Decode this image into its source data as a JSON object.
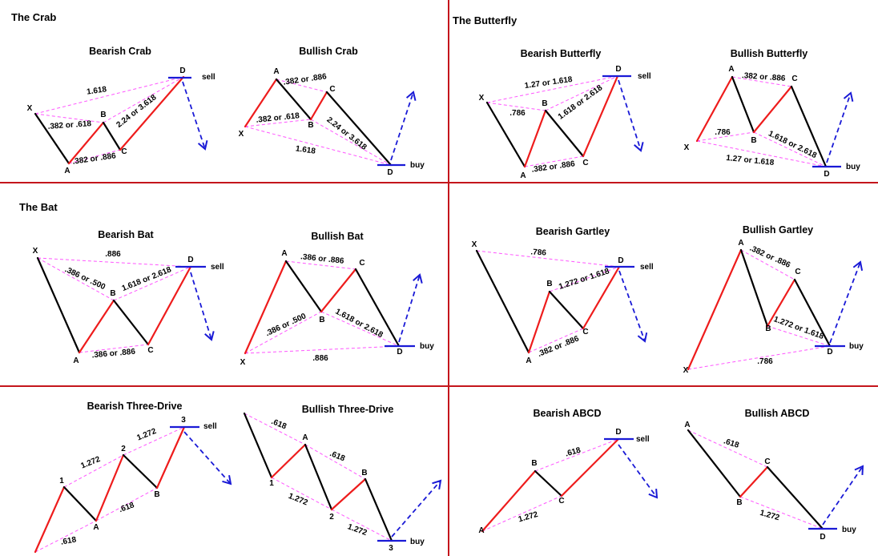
{
  "colors": {
    "up_leg": "#ee1c1c",
    "down_leg": "#000000",
    "ratio_line": "#ff55ff",
    "marker": "#1a1ad6",
    "divider": "#c4161c"
  },
  "sections": {
    "crab": "The Crab",
    "butterfly": "The Butterfly",
    "bat": "The Bat"
  },
  "patterns": [
    {
      "id": "bearish-crab",
      "title": "Bearish Crab",
      "action": "sell",
      "labels": [
        "X",
        "A",
        "B",
        "C",
        "D"
      ],
      "ratios": [
        "1.618",
        ".382 or .618",
        "2.24 or 3.618",
        ".382 or .886"
      ]
    },
    {
      "id": "bullish-crab",
      "title": "Bullish Crab",
      "action": "buy",
      "labels": [
        "X",
        "A",
        "B",
        "C",
        "D"
      ],
      "ratios": [
        ".382 or .886",
        ".382 or .618",
        "2.24 or 3.618",
        "1.618"
      ]
    },
    {
      "id": "bearish-butterfly",
      "title": "Bearish Butterfly",
      "action": "sell",
      "labels": [
        "X",
        "A",
        "B",
        "C",
        "D"
      ],
      "ratios": [
        "1.27 or 1.618",
        ".786",
        "1.618 or 2.618",
        ".382 or .886"
      ]
    },
    {
      "id": "bullish-butterfly",
      "title": "Bullish Butterfly",
      "action": "buy",
      "labels": [
        "X",
        "A",
        "B",
        "C",
        "D"
      ],
      "ratios": [
        ".382 or .886",
        ".786",
        "1.618 or 2.618",
        "1.27 or 1.618"
      ]
    },
    {
      "id": "bearish-bat",
      "title": "Bearish Bat",
      "action": "sell",
      "labels": [
        "X",
        "A",
        "B",
        "C",
        "D"
      ],
      "ratios": [
        ".886",
        ".386 or .500",
        "1.618 or 2.618",
        ".386 or .886"
      ]
    },
    {
      "id": "bullish-bat",
      "title": "Bullish Bat",
      "action": "buy",
      "labels": [
        "X",
        "A",
        "B",
        "C",
        "D"
      ],
      "ratios": [
        ".386 or .886",
        ".386 or .500",
        "1.618 or 2.618",
        ".886"
      ]
    },
    {
      "id": "bearish-gartley",
      "title": "Bearish Gartley",
      "action": "sell",
      "labels": [
        "X",
        "A",
        "B",
        "C",
        "D"
      ],
      "ratios": [
        ".786",
        "1.272 or 1.618",
        ".382 or .886"
      ]
    },
    {
      "id": "bullish-gartley",
      "title": "Bullish Gartley",
      "action": "buy",
      "labels": [
        "X",
        "A",
        "B",
        "C",
        "D"
      ],
      "ratios": [
        ".382 or .886",
        "1.272 or 1.618",
        ".786"
      ]
    },
    {
      "id": "bearish-three-drive",
      "title": "Bearish Three-Drive",
      "action": "sell",
      "labels": [
        "1",
        "A",
        "2",
        "B",
        "3"
      ],
      "ratios": [
        ".618",
        "1.272",
        ".618",
        "1.272"
      ]
    },
    {
      "id": "bullish-three-drive",
      "title": "Bullish Three-Drive",
      "action": "buy",
      "labels": [
        "A",
        "1",
        "B",
        "2",
        "3"
      ],
      "ratios": [
        ".618",
        ".618",
        "1.272",
        "1.272"
      ]
    },
    {
      "id": "bearish-abcd",
      "title": "Bearish ABCD",
      "action": "sell",
      "labels": [
        "A",
        "B",
        "C",
        "D"
      ],
      "ratios": [
        "1.272",
        ".618"
      ]
    },
    {
      "id": "bullish-abcd",
      "title": "Bullish ABCD",
      "action": "buy",
      "labels": [
        "A",
        "B",
        "C",
        "D"
      ],
      "ratios": [
        ".618",
        "1.272"
      ]
    }
  ]
}
